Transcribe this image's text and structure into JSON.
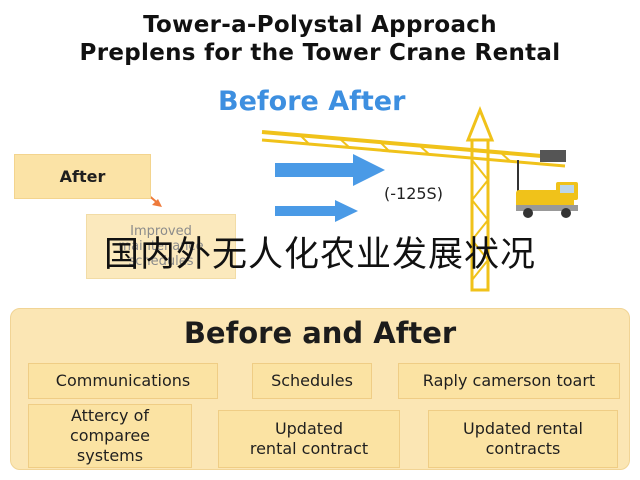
{
  "header": {
    "title_line1": "Tower-a-Polystal Approach",
    "title_line2": "Preplens for the Tower Crane Rental"
  },
  "top_section": {
    "heading": "Before After",
    "after_label": "After",
    "faded_box_lines": [
      "Improved",
      "maintenance",
      "schedules"
    ],
    "price_label": "(-125S)"
  },
  "overlay_caption": "国内外无人化农业发展状况",
  "bottom_panel": {
    "heading": "Before and After",
    "top_row": [
      "Communications",
      "Schedules",
      "Raply camerson toart"
    ],
    "bottom_row": [
      [
        "Attercy of",
        "comparee",
        "systems"
      ],
      [
        "Updated",
        "rental contract"
      ],
      [
        "Updated rental",
        "contracts"
      ]
    ]
  },
  "colors": {
    "heading_blue": "#3d8fe0",
    "box_fill": "#fbe3a3",
    "arrow_orange": "#ee7a3b",
    "crane_yellow": "#f0c21a",
    "arrow_blue": "#4a9ae6"
  }
}
